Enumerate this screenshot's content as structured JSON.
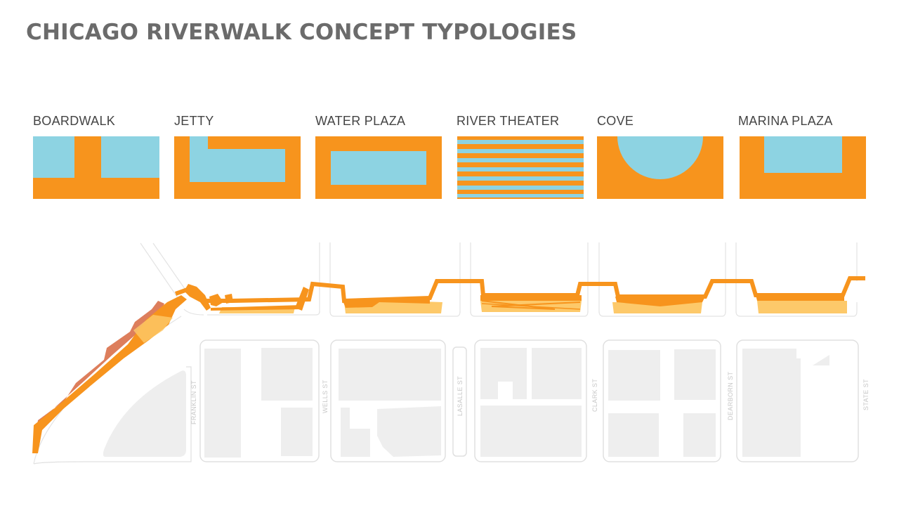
{
  "title": "CHICAGO RIVERWALK CONCEPT TYPOLOGIES",
  "typologies": [
    {
      "label": "BOARDWALK"
    },
    {
      "label": "JETTY"
    },
    {
      "label": "WATER PLAZA"
    },
    {
      "label": "RIVER THEATER"
    },
    {
      "label": "COVE"
    },
    {
      "label": "MARINA PLAZA"
    }
  ],
  "streets": [
    "FRANKLIN ST",
    "WELLS ST",
    "LASALLE ST",
    "CLARK ST",
    "DEARBORN ST",
    "STATE ST"
  ],
  "colors": {
    "walk": "#f7941d",
    "water": "#8dd3e2",
    "walk_light": "#fdc96a",
    "path_dark": "#d9704a",
    "block": "#eeeeee",
    "block_outline": "#e0e0e0",
    "title": "#6b6b6b"
  }
}
